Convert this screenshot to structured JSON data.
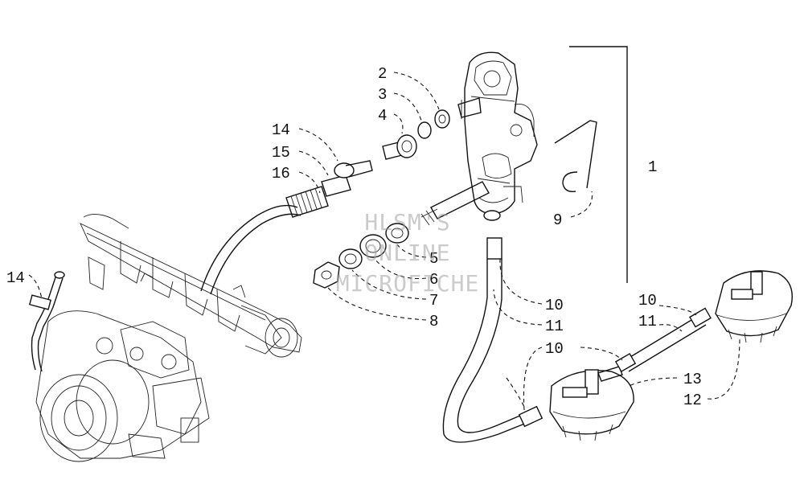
{
  "watermark": {
    "lines": [
      "HLSM'S",
      "ONLINE",
      "MICROFICHE"
    ]
  },
  "callouts": {
    "c1": "1",
    "c2": "2",
    "c3": "3",
    "c4": "4",
    "c5": "5",
    "c6": "6",
    "c7": "7",
    "c8": "8",
    "c9": "9",
    "c10a": "10",
    "c10b": "10",
    "c10c": "10",
    "c11a": "11",
    "c11b": "11",
    "c12": "12",
    "c13": "13",
    "c14a": "14",
    "c14b": "14",
    "c15": "15",
    "c16": "16"
  }
}
